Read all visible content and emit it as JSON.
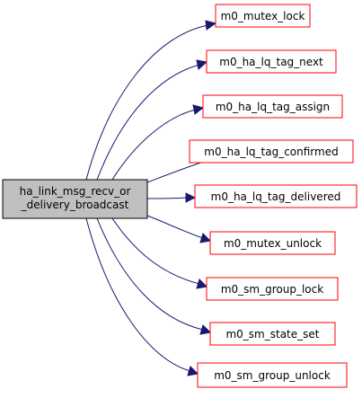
{
  "graph": {
    "source": {
      "line1": "ha_link_msg_recv_or",
      "line2": "_delivery_broadcast"
    },
    "callees": [
      "m0_mutex_lock",
      "m0_ha_lq_tag_next",
      "m0_ha_lq_tag_assign",
      "m0_ha_lq_tag_confirmed",
      "m0_ha_lq_tag_delivered",
      "m0_mutex_unlock",
      "m0_sm_group_lock",
      "m0_sm_state_set",
      "m0_sm_group_unlock"
    ]
  },
  "colors": {
    "source_fill": "#bfbfbf",
    "source_border": "#000000",
    "callee_border": "#ff0000",
    "callee_fill": "#ffffff",
    "edge": "#191970"
  }
}
